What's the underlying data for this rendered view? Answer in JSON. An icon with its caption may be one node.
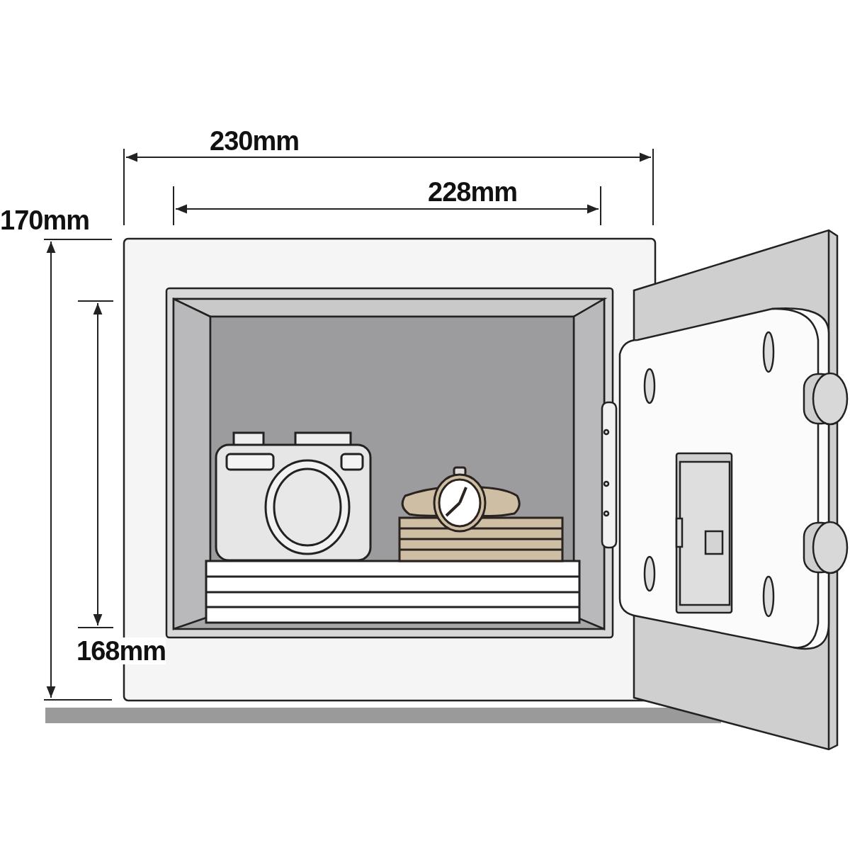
{
  "diagram": {
    "labels": [
      "230mm",
      "228mm",
      "170mm",
      "168mm"
    ]
  }
}
